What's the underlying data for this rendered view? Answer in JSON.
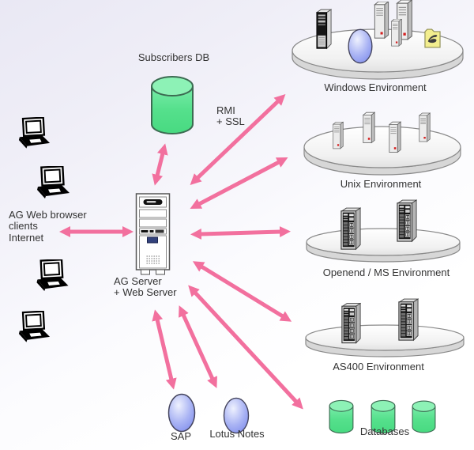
{
  "diagram": {
    "type": "network-architecture",
    "colors": {
      "arrow_pink": "#f2709e",
      "database_green": "#55e08c",
      "database_green_top": "#8df2b6",
      "balloon_blue": "#8f9aee",
      "platform_gray": "#e8e8e8",
      "background_lavender": "#e9e8f4",
      "text": "#333333"
    },
    "nodes": {
      "subscribers_db": {
        "label": "Subscribers DB",
        "icon": "database-cylinder-icon"
      },
      "clients": {
        "label_lines": [
          "AG Web browser",
          "clients",
          "Internet"
        ],
        "icon": "laptop-icon",
        "laptop_count": 4
      },
      "ag_server": {
        "label_lines": [
          "AG Server",
          "+ Web Server"
        ],
        "icon": "server-tower-icon"
      },
      "windows_env": {
        "label": "Windows Environment",
        "icons": [
          "dark-tower-server-icon",
          "balloon-icon",
          "server-group-icon",
          "yellow-document-icon"
        ],
        "platform": "gray-disk"
      },
      "unix_env": {
        "label": "Unix Environment",
        "icons": [
          "slim-tower-server-icon"
        ],
        "tower_count": 4,
        "platform": "gray-disk"
      },
      "openend_env": {
        "label": "Openend / MS Environment",
        "icons": [
          "mainframe-icon"
        ],
        "mainframe_count": 2,
        "platform": "gray-disk"
      },
      "as400_env": {
        "label": "AS400 Environment",
        "icons": [
          "mainframe-icon"
        ],
        "mainframe_count": 2,
        "platform": "gray-disk"
      },
      "sap": {
        "label": "SAP",
        "icon": "balloon-icon"
      },
      "lotus_notes": {
        "label": "Lotus Notes",
        "icon": "balloon-icon"
      },
      "databases": {
        "label": "Databases",
        "icon": "database-cylinder-icon",
        "cylinder_count": 3
      }
    },
    "edges": {
      "rmi_ssl": {
        "label_lines": [
          "RMI",
          "+ SSL"
        ],
        "label_for": "ag_server <-> windows_env / unix_env"
      },
      "connections": [
        {
          "from": "clients",
          "to": "ag_server",
          "style": "double-arrow"
        },
        {
          "from": "ag_server",
          "to": "subscribers_db",
          "style": "double-arrow"
        },
        {
          "from": "ag_server",
          "to": "windows_env",
          "style": "double-arrow"
        },
        {
          "from": "ag_server",
          "to": "unix_env",
          "style": "double-arrow"
        },
        {
          "from": "ag_server",
          "to": "openend_env",
          "style": "double-arrow"
        },
        {
          "from": "ag_server",
          "to": "as400_env",
          "style": "double-arrow"
        },
        {
          "from": "ag_server",
          "to": "sap",
          "style": "double-arrow"
        },
        {
          "from": "ag_server",
          "to": "lotus_notes",
          "style": "double-arrow"
        },
        {
          "from": "ag_server",
          "to": "databases",
          "style": "double-arrow"
        }
      ]
    }
  }
}
